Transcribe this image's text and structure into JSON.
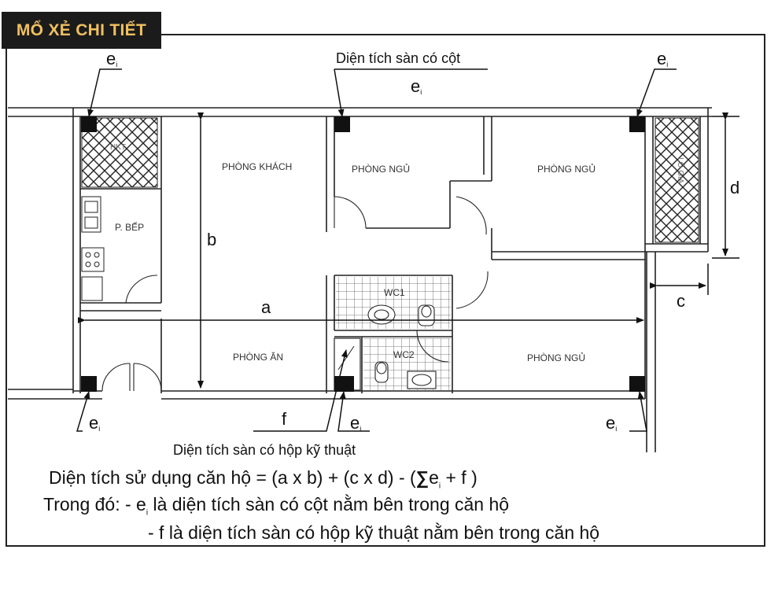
{
  "badge": {
    "text": "MỔ XẺ CHI TIẾT"
  },
  "labels": {
    "column_area": "Diện tích sàn có cột",
    "technical_box_area": "Diện tích sàn có hộp kỹ thuật",
    "e": "e",
    "e_sub": "i",
    "dim_a": "a",
    "dim_b": "b",
    "dim_c": "c",
    "dim_d": "d",
    "dim_f": "f"
  },
  "rooms": {
    "living": "PHÒNG KHÁCH",
    "bedroom1": "PHÒNG NGỦ",
    "bedroom2": "PHÒNG NGỦ",
    "bedroom3": "PHÒNG NGỦ",
    "kitchen": "P. BẾP",
    "dining": "PHÒNG ĂN",
    "wc1": "WC1",
    "wc2": "WC2",
    "cut_left": "HKT",
    "cut_right": "LÔ GIA"
  },
  "formula": {
    "line1_a": "Diện tích sử dụng căn hộ = (a x b) + (c x d) - (",
    "line1_sigma": "∑",
    "line1_e": "e",
    "line1_sub": "i",
    "line1_b": " + f )",
    "line2_a": "Trong đó: - e",
    "line2_sub": "i",
    "line2_b": " là diện tích sàn có cột nằm bên trong căn hộ",
    "line3": "- f là diện tích sàn có hộp kỹ thuật nằm bên trong căn hộ"
  }
}
